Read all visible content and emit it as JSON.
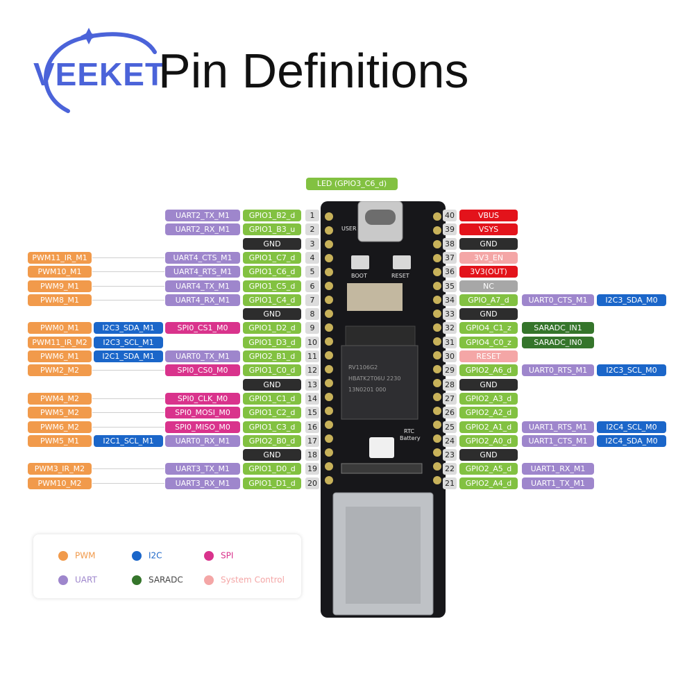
{
  "header": {
    "brand": "VEEKET",
    "title": "Pin Definitions"
  },
  "led_label": "LED (GPIO3_C6_d)",
  "board": {
    "usb_label": "USER",
    "boot_label": "BOOT",
    "reset_label": "RESET",
    "chip_lines": [
      "RV1106G2",
      "HBATK2T06U 2230",
      "13N0201 000"
    ],
    "rtc_label": "RTC",
    "battery_label": "Battery"
  },
  "colors": {
    "PWM": "#f19a4b",
    "I2C": "#1b66c9",
    "SPI": "#d9338c",
    "UART": "#9e86cc",
    "SARADC": "#35752b",
    "SYS": "#f4a6a6",
    "GPIO": "#82c141",
    "GND": "#2d2d2d",
    "POWER": "#e3131b",
    "NC": "#a7a7a7"
  },
  "left_pins": [
    {
      "num": "1",
      "gpio": "GPIO1_B2_d",
      "c1": "UART2_TX_M1",
      "c1t": "UART"
    },
    {
      "num": "2",
      "gpio": "GPIO1_B3_u",
      "c1": "UART2_RX_M1",
      "c1t": "UART"
    },
    {
      "num": "3",
      "gpio": "GND",
      "gnd": true
    },
    {
      "num": "4",
      "gpio": "GPIO1_C7_d",
      "c1": "UART4_CTS_M1",
      "c1t": "UART",
      "c3": "PWM11_IR_M1",
      "c3t": "PWM"
    },
    {
      "num": "5",
      "gpio": "GPIO1_C6_d",
      "c1": "UART4_RTS_M1",
      "c1t": "UART",
      "c3": "PWM10_M1",
      "c3t": "PWM"
    },
    {
      "num": "6",
      "gpio": "GPIO1_C5_d",
      "c1": "UART4_TX_M1",
      "c1t": "UART",
      "c3": "PWM9_M1",
      "c3t": "PWM"
    },
    {
      "num": "7",
      "gpio": "GPIO1_C4_d",
      "c1": "UART4_RX_M1",
      "c1t": "UART",
      "c3": "PWM8_M1",
      "c3t": "PWM"
    },
    {
      "num": "8",
      "gpio": "GND",
      "gnd": true
    },
    {
      "num": "9",
      "gpio": "GPIO1_D2_d",
      "c1": "SPI0_CS1_M0",
      "c1t": "SPI",
      "c2": "I2C3_SDA_M1",
      "c2t": "I2C",
      "c3": "PWM0_M1",
      "c3t": "PWM"
    },
    {
      "num": "10",
      "gpio": "GPIO1_D3_d",
      "c2": "I2C3_SCL_M1",
      "c2t": "I2C",
      "c3": "PWM11_IR_M2",
      "c3t": "PWM"
    },
    {
      "num": "11",
      "gpio": "GPIO2_B1_d",
      "c1": "UART0_TX_M1",
      "c1t": "UART",
      "c2": "I2C1_SDA_M1",
      "c2t": "I2C",
      "c3": "PWM6_M1",
      "c3t": "PWM"
    },
    {
      "num": "12",
      "gpio": "GPIO1_C0_d",
      "c1": "SPI0_CS0_M0",
      "c1t": "SPI",
      "c3": "PWM2_M2",
      "c3t": "PWM"
    },
    {
      "num": "13",
      "gpio": "GND",
      "gnd": true
    },
    {
      "num": "14",
      "gpio": "GPIO1_C1_d",
      "c1": "SPI0_CLK_M0",
      "c1t": "SPI",
      "c3": "PWM4_M2",
      "c3t": "PWM"
    },
    {
      "num": "15",
      "gpio": "GPIO1_C2_d",
      "c1": "SPI0_MOSI_M0",
      "c1t": "SPI",
      "c3": "PWM5_M2",
      "c3t": "PWM"
    },
    {
      "num": "16",
      "gpio": "GPIO1_C3_d",
      "c1": "SPI0_MISO_M0",
      "c1t": "SPI",
      "c3": "PWM6_M2",
      "c3t": "PWM"
    },
    {
      "num": "17",
      "gpio": "GPIO2_B0_d",
      "c1": "UART0_RX_M1",
      "c1t": "UART",
      "c2": "I2C1_SCL_M1",
      "c2t": "I2C",
      "c3": "PWM5_M1",
      "c3t": "PWM"
    },
    {
      "num": "18",
      "gpio": "GND",
      "gnd": true
    },
    {
      "num": "19",
      "gpio": "GPIO1_D0_d",
      "c1": "UART3_TX_M1",
      "c1t": "UART",
      "c3": "PWM3_IR_M2",
      "c3t": "PWM"
    },
    {
      "num": "20",
      "gpio": "GPIO1_D1_d",
      "c1": "UART3_RX_M1",
      "c1t": "UART",
      "c3": "PWM10_M2",
      "c3t": "PWM"
    }
  ],
  "right_pins": [
    {
      "num": "40",
      "main": "VBUS",
      "mt": "POWER"
    },
    {
      "num": "39",
      "main": "VSYS",
      "mt": "POWER"
    },
    {
      "num": "38",
      "main": "GND",
      "mt": "GND"
    },
    {
      "num": "37",
      "main": "3V3_EN",
      "mt": "SYS"
    },
    {
      "num": "36",
      "main": "3V3(OUT)",
      "mt": "POWER"
    },
    {
      "num": "35",
      "main": "NC",
      "mt": "NC"
    },
    {
      "num": "34",
      "main": "GPIO_A7_d",
      "mt": "GPIO",
      "c1": "UART0_CTS_M1",
      "c1t": "UART",
      "c2": "I2C3_SDA_M0",
      "c2t": "I2C"
    },
    {
      "num": "33",
      "main": "GND",
      "mt": "GND"
    },
    {
      "num": "32",
      "main": "GPIO4_C1_z",
      "mt": "GPIO",
      "c1": "SARADC_IN1",
      "c1t": "SARADC"
    },
    {
      "num": "31",
      "main": "GPIO4_C0_z",
      "mt": "GPIO",
      "c1": "SARADC_IN0",
      "c1t": "SARADC"
    },
    {
      "num": "30",
      "main": "RESET",
      "mt": "SYS"
    },
    {
      "num": "29",
      "main": "GPIO2_A6_d",
      "mt": "GPIO",
      "c1": "UART0_RTS_M1",
      "c1t": "UART",
      "c2": "I2C3_SCL_M0",
      "c2t": "I2C"
    },
    {
      "num": "28",
      "main": "GND",
      "mt": "GND"
    },
    {
      "num": "27",
      "main": "GPIO2_A3_d",
      "mt": "GPIO"
    },
    {
      "num": "26",
      "main": "GPIO2_A2_d",
      "mt": "GPIO"
    },
    {
      "num": "25",
      "main": "GPIO2_A1_d",
      "mt": "GPIO",
      "c1": "UART1_RTS_M1",
      "c1t": "UART",
      "c2": "I2C4_SCL_M0",
      "c2t": "I2C"
    },
    {
      "num": "24",
      "main": "GPIO2_A0_d",
      "mt": "GPIO",
      "c1": "UART1_CTS_M1",
      "c1t": "UART",
      "c2": "I2C4_SDA_M0",
      "c2t": "I2C"
    },
    {
      "num": "23",
      "main": "GND",
      "mt": "GND"
    },
    {
      "num": "22",
      "main": "GPIO2_A5_d",
      "mt": "GPIO",
      "c1": "UART1_RX_M1",
      "c1t": "UART"
    },
    {
      "num": "21",
      "main": "GPIO2_A4_d",
      "mt": "GPIO",
      "c1": "UART1_TX_M1",
      "c1t": "UART"
    }
  ],
  "legend": [
    {
      "label": "PWM",
      "type": "PWM"
    },
    {
      "label": "I2C",
      "type": "I2C"
    },
    {
      "label": "SPI",
      "type": "SPI"
    },
    {
      "label": "UART",
      "type": "UART"
    },
    {
      "label": "SARADC",
      "type": "SARADC"
    },
    {
      "label": "System Control",
      "type": "SYS"
    }
  ]
}
